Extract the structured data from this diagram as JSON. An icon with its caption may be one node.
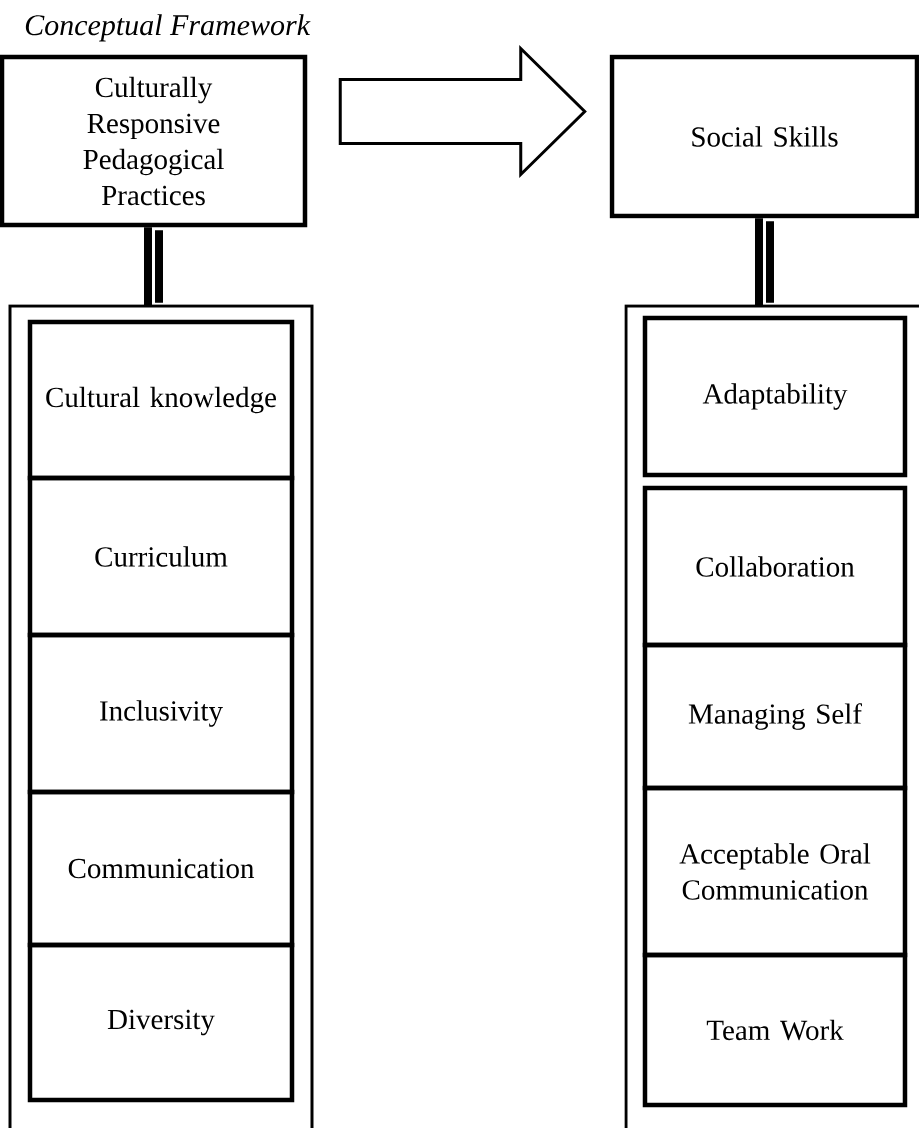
{
  "diagram": {
    "title": "Conceptual Framework",
    "nodes": [
      {
        "text": [
          "Culturally Responsive Pedagogical Practices"
        ]
      },
      {
        "text": [
          "Social Skills"
        ]
      },
      {
        "text": [],
        "shape": "box"
      },
      {
        "text": [
          "Cultural knowledge"
        ],
        "in": 2
      },
      {
        "text": [
          "Curriculum"
        ],
        "in": 2
      },
      {
        "text": [
          "Inclusivity"
        ],
        "in": 2
      },
      {
        "text": [
          "Communication"
        ],
        "in": 2
      },
      {
        "text": [
          "Diversity"
        ],
        "in": 2
      },
      {
        "text": [],
        "shape": "box"
      },
      {
        "text": [
          "Adaptability"
        ],
        "in": 8
      },
      {
        "text": [
          "Collaboration"
        ],
        "in": 8
      },
      {
        "text": [
          "Managing Self"
        ],
        "in": 8
      },
      {
        "text": [
          "Acceptable Oral Communication"
        ],
        "in": 8
      },
      {
        "text": [
          "Team Work"
        ],
        "in": 8
      }
    ],
    "edges": [
      {
        "from": 0,
        "to": 1,
        "arrow": "to"
      },
      {
        "from": 0,
        "to": 2,
        "arrow": "none"
      },
      {
        "from": 1,
        "to": 8,
        "arrow": "none"
      }
    ]
  }
}
